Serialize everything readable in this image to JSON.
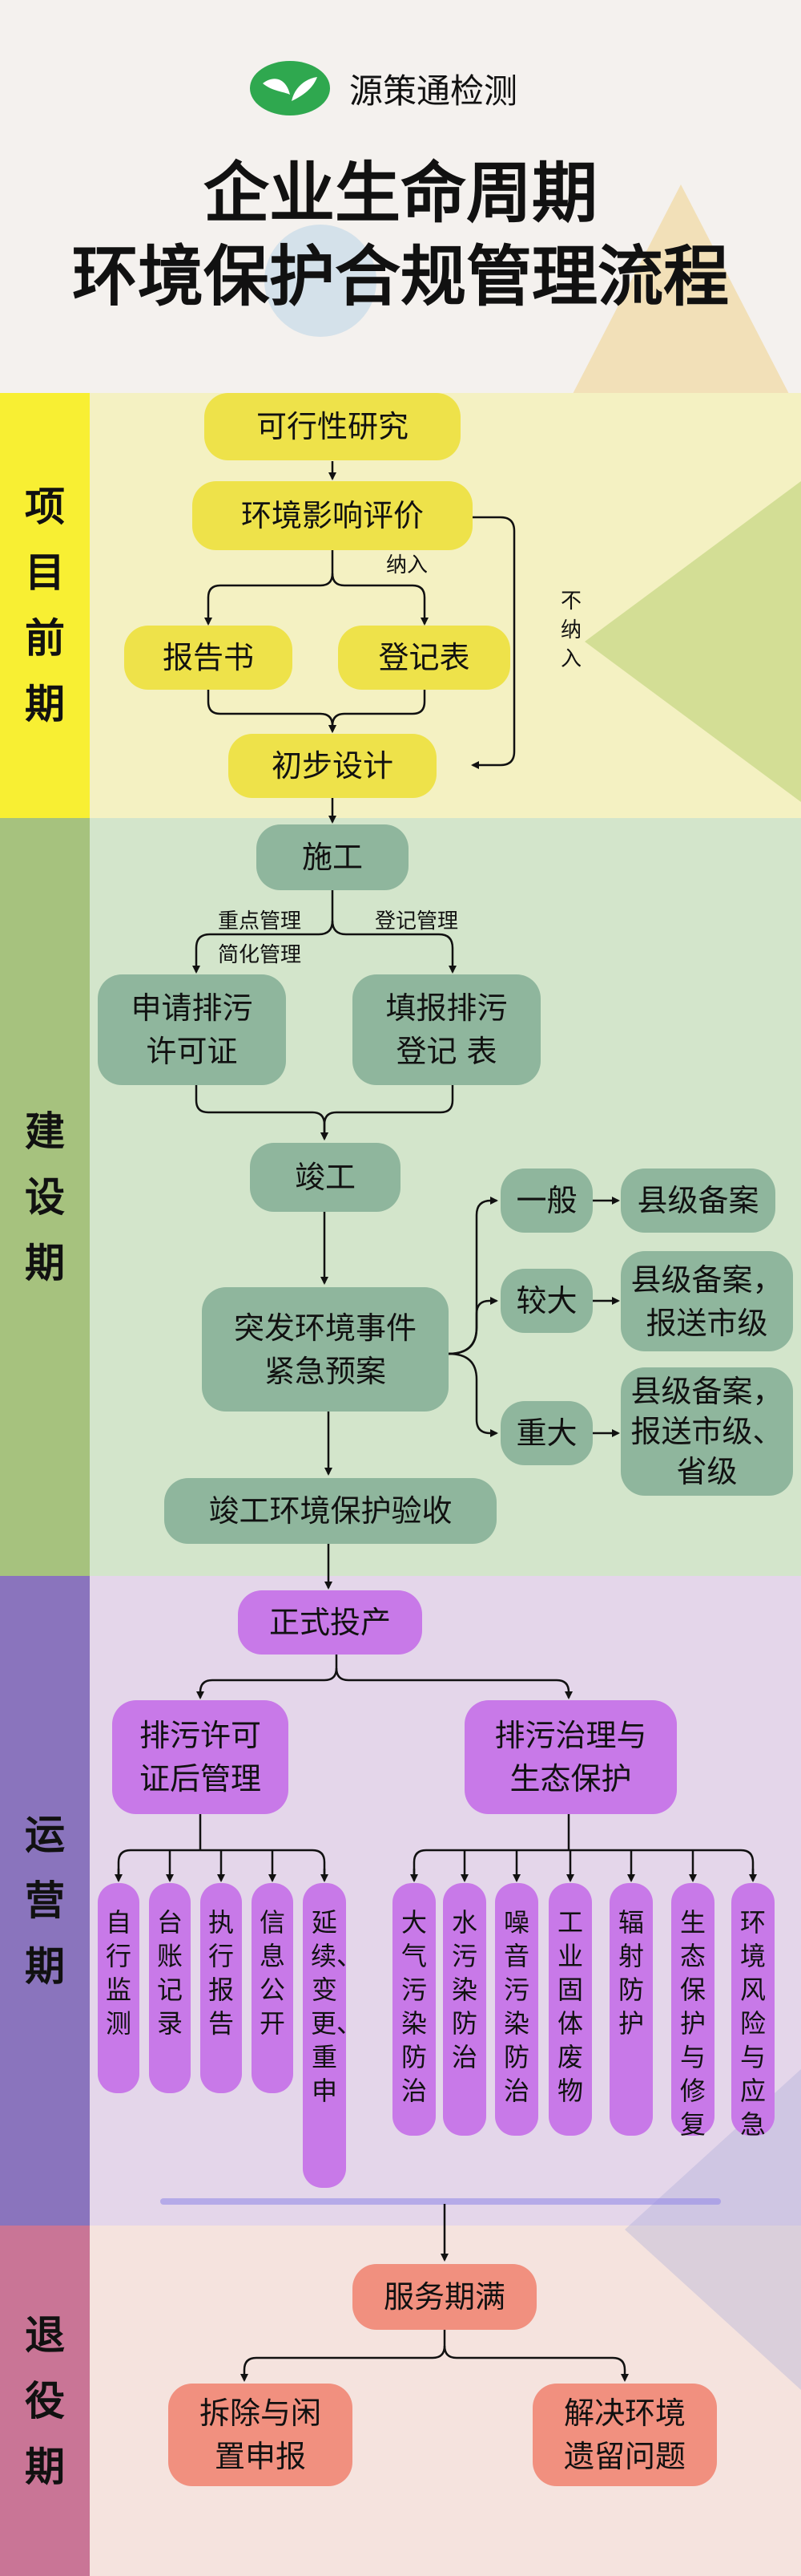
{
  "brand": {
    "name": "源策通检测",
    "logo": "leaf-logo"
  },
  "title": {
    "line1": "企业生命周期",
    "line2": "环境保护合规管理流程"
  },
  "colors": {
    "yellow_node": "#eee24a",
    "green_node": "#8fb69d",
    "purple_node": "#c879e8",
    "red_node": "#f1907f",
    "stage_yellow": "#f8ef33",
    "stage_green": "#a6c27e",
    "stage_purple": "#8a74bd",
    "stage_red": "#c97596"
  },
  "stages": {
    "pre": [
      "项",
      "目",
      "前",
      "期"
    ],
    "build": [
      "建",
      "设",
      "期"
    ],
    "ops": [
      "运",
      "营",
      "期"
    ],
    "exit": [
      "退",
      "役",
      "期"
    ]
  },
  "pre": {
    "feasibility": "可行性研究",
    "eia": "环境影响评价",
    "include_label": "纳入",
    "exclude_label": [
      "不",
      "纳",
      "入"
    ],
    "report": "报告书",
    "register_form": "登记表",
    "prelim_design": "初步设计"
  },
  "build": {
    "construction": "施工",
    "key_mgmt": "重点管理",
    "simple_mgmt": "简化管理",
    "register_mgmt": "登记管理",
    "apply_permit": [
      "申请排污",
      "许可证"
    ],
    "fill_register": [
      "填报排污",
      "登记 表"
    ],
    "completion": "竣工",
    "emergency_plan": [
      "突发环境事件",
      "紧急预案"
    ],
    "general": "一般",
    "major": "较大",
    "serious": "重大",
    "county_record": "县级备案",
    "county_city": [
      "县级备案，",
      "报送市级"
    ],
    "county_city_province": [
      "县级备案，",
      "报送市级、",
      "省级"
    ],
    "acceptance": "竣工环境保护验收"
  },
  "ops": {
    "production": "正式投产",
    "post_permit": [
      "排污许可",
      "证后管理"
    ],
    "pollution_eco": [
      "排污治理与",
      "生态保护"
    ],
    "permit_items": [
      "自行监测",
      "台账记录",
      "执行报告",
      "信息公开",
      "延续、变更、重申"
    ],
    "eco_items": [
      "大气污染防治",
      "水污染防治",
      "噪音污染防治",
      "工业固体废物",
      "辐射防护",
      "生态保护与修复",
      "环境风险与应急"
    ]
  },
  "exit": {
    "expiry": "服务期满",
    "demolish": [
      "拆除与闲",
      "置申报"
    ],
    "legacy": [
      "解决环境",
      "遗留问题"
    ]
  }
}
